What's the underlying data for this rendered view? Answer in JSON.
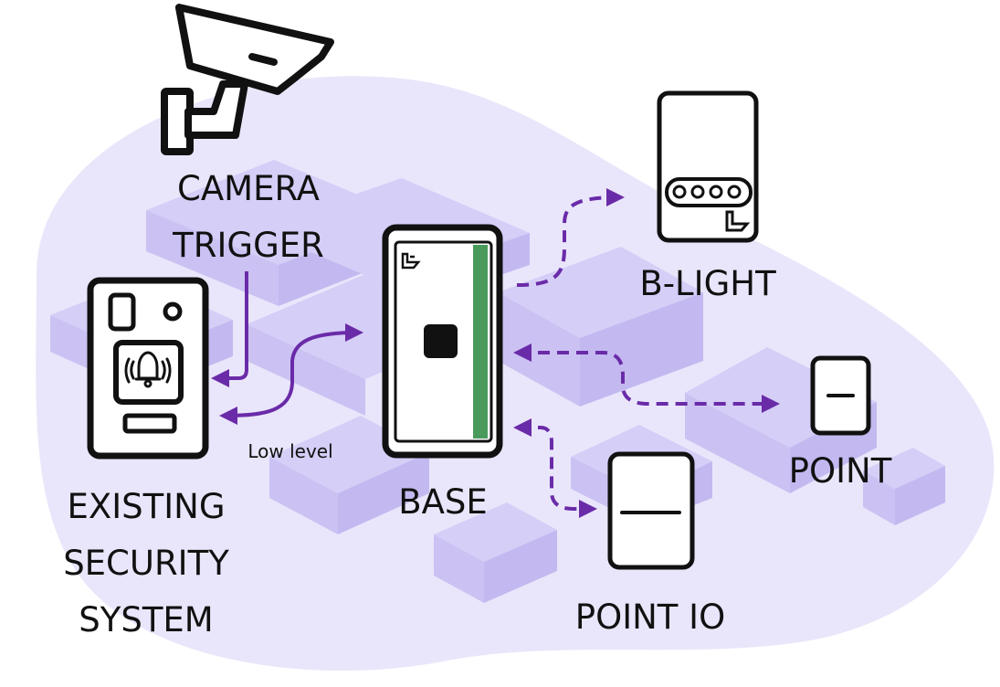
{
  "labels": {
    "camera_trigger": "CAMERA\nTRIGGER",
    "existing_security_system": "EXISTING\nSECURITY\nSYSTEM",
    "low_level": "Low level",
    "base": "BASE",
    "b_light": "B-LIGHT",
    "point": "POINT",
    "point_io": "POINT IO"
  },
  "colors": {
    "background_blob": "#e9e6fb",
    "block_top": "#d5cef7",
    "block_side": "#c3b9f0",
    "arrow": "#6a2ba8",
    "led_strip": "#4a9a5c",
    "outline": "#111111"
  },
  "icons": [
    "security-camera-icon",
    "door-station-icon",
    "bell-icon",
    "base-device-icon",
    "b-light-device-icon",
    "point-device-icon",
    "point-io-device-icon"
  ]
}
